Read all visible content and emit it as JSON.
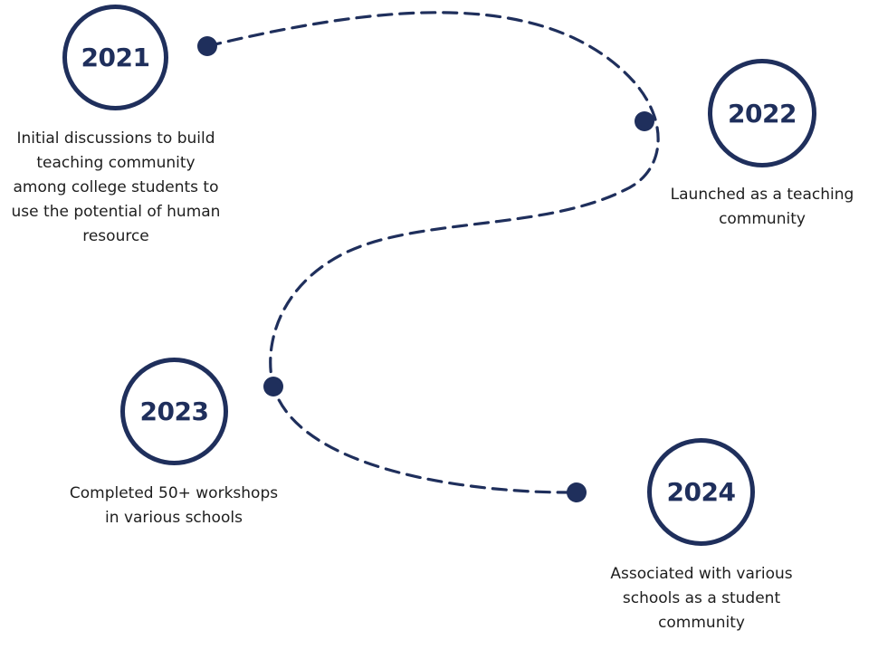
{
  "colors": {
    "primary": "#1f2f5c",
    "text": "#1e1e1e",
    "background": "#ffffff"
  },
  "milestones": [
    {
      "year": "2021",
      "description_lines": [
        "Initial discussions to build",
        "teaching community",
        "among college students to",
        "use the potential of human",
        "resource"
      ]
    },
    {
      "year": "2022",
      "description_lines": [
        "Launched as a teaching",
        "community"
      ]
    },
    {
      "year": "2023",
      "description_lines": [
        "Completed 50+ workshops",
        "in various schools"
      ]
    },
    {
      "year": "2024",
      "description_lines": [
        "Associated with various",
        "schools as a student",
        "community"
      ]
    }
  ]
}
